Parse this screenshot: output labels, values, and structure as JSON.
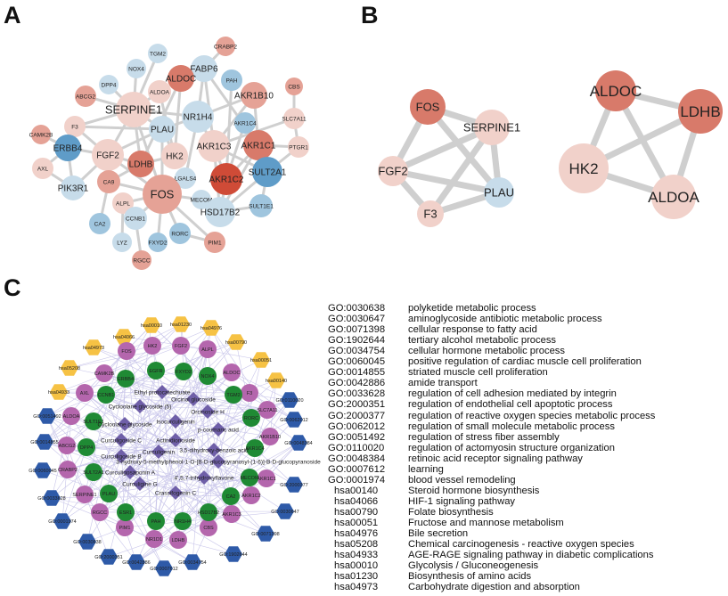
{
  "panel_labels": {
    "a": "A",
    "b": "B",
    "c": "C"
  },
  "colors": {
    "lb": "#c7dcea",
    "mb": "#9fc5de",
    "db": "#5f9cc8",
    "lp": "#f1d1ca",
    "mp": "#e5a296",
    "dp": "#d87a6a",
    "rp": "#cf4b37",
    "edge": "#cfcfcf",
    "hsa": "#f6c244",
    "go": "#2e5aa8",
    "gene_pink": "#b466ad",
    "gene_green": "#1f8a34",
    "compound": "#6f5fa8",
    "c_edge": "#c9c6ea"
  },
  "panel_a": {
    "nodes": [
      {
        "label": "TGM2",
        "shade": "lb"
      },
      {
        "label": "CRABP2",
        "shade": "mp"
      },
      {
        "label": "NOX4",
        "shade": "lb"
      },
      {
        "label": "FABP6",
        "shade": "lb"
      },
      {
        "label": "ALDOC",
        "shade": "dp"
      },
      {
        "label": "PAH",
        "shade": "mb"
      },
      {
        "label": "DPP4",
        "shade": "lb"
      },
      {
        "label": "ALDOA",
        "shade": "lp"
      },
      {
        "label": "AKR1B10",
        "shade": "mp"
      },
      {
        "label": "CBS",
        "shade": "mp"
      },
      {
        "label": "ABCG2",
        "shade": "mp"
      },
      {
        "label": "SERPINE1",
        "shade": "lp"
      },
      {
        "label": "NR1H4",
        "shade": "lb"
      },
      {
        "label": "SLC7A11",
        "shade": "lp"
      },
      {
        "label": "F3",
        "shade": "lp"
      },
      {
        "label": "AKR1C4",
        "shade": "mb"
      },
      {
        "label": "PLAU",
        "shade": "lb"
      },
      {
        "label": "CAMK2B",
        "shade": "mp"
      },
      {
        "label": "ERBB4",
        "shade": "db"
      },
      {
        "label": "FGF2",
        "shade": "lp"
      },
      {
        "label": "AKR1C3",
        "shade": "lp"
      },
      {
        "label": "AKR1C1",
        "shade": "dp"
      },
      {
        "label": "PTGR1",
        "shade": "lp"
      },
      {
        "label": "HK2",
        "shade": "lp"
      },
      {
        "label": "LDHB",
        "shade": "dp"
      },
      {
        "label": "AXL",
        "shade": "lp"
      },
      {
        "label": "SULT2A1",
        "shade": "db"
      },
      {
        "label": "AKR1C2",
        "shade": "rp"
      },
      {
        "label": "LGALS4",
        "shade": "lb"
      },
      {
        "label": "CA9",
        "shade": "mp"
      },
      {
        "label": "PIK3R1",
        "shade": "lb"
      },
      {
        "label": "FOS",
        "shade": "mp"
      },
      {
        "label": "MECOM",
        "shade": "lb"
      },
      {
        "label": "ALPL",
        "shade": "lp"
      },
      {
        "label": "HSD17B2",
        "shade": "lb"
      },
      {
        "label": "SULT1E1",
        "shade": "mb"
      },
      {
        "label": "CCNB1",
        "shade": "lb"
      },
      {
        "label": "CA2",
        "shade": "mb"
      },
      {
        "label": "RORC",
        "shade": "mb"
      },
      {
        "label": "PIM1",
        "shade": "mp"
      },
      {
        "label": "LYZ",
        "shade": "lb"
      },
      {
        "label": "FXYD2",
        "shade": "mb"
      },
      {
        "label": "RGCC",
        "shade": "mp"
      }
    ],
    "edges": [
      [
        "NOX4",
        "SERPINE1"
      ],
      [
        "TGM2",
        "SERPINE1"
      ],
      [
        "DPP4",
        "SERPINE1"
      ],
      [
        "ABCG2",
        "SERPINE1"
      ],
      [
        "ALDOA",
        "SERPINE1"
      ],
      [
        "SERPINE1",
        "NR1H4"
      ],
      [
        "SERPINE1",
        "F3"
      ],
      [
        "SERPINE1",
        "FGF2"
      ],
      [
        "SERPINE1",
        "PLAU"
      ],
      [
        "SERPINE1",
        "LDHB"
      ],
      [
        "SERPINE1",
        "FOS"
      ],
      [
        "F3",
        "PLAU"
      ],
      [
        "F3",
        "FGF2"
      ],
      [
        "F3",
        "ERBB4"
      ],
      [
        "CAMK2B",
        "ERBB4"
      ],
      [
        "ERBB4",
        "FGF2"
      ],
      [
        "ERBB4",
        "PIK3R1"
      ],
      [
        "AXL",
        "PIK3R1"
      ],
      [
        "AXL",
        "ERBB4"
      ],
      [
        "PIK3R1",
        "FGF2"
      ],
      [
        "FGF2",
        "CA9"
      ],
      [
        "FGF2",
        "FOS"
      ],
      [
        "FGF2",
        "LDHB"
      ],
      [
        "FGF2",
        "PLAU"
      ],
      [
        "CA9",
        "LDHB"
      ],
      [
        "CA9",
        "FOS"
      ],
      [
        "CA9",
        "CA2"
      ],
      [
        "ALPL",
        "FOS"
      ],
      [
        "LDHB",
        "HK2"
      ],
      [
        "LDHB",
        "ALDOC"
      ],
      [
        "HK2",
        "ALDOA"
      ],
      [
        "HK2",
        "ALDOC"
      ],
      [
        "PLAU",
        "FOS"
      ],
      [
        "FOS",
        "CCNB1"
      ],
      [
        "FOS",
        "FXYD2"
      ],
      [
        "FOS",
        "RORC"
      ],
      [
        "FOS",
        "PIM1"
      ],
      [
        "FOS",
        "MECOM"
      ],
      [
        "LGALS4",
        "NR1H4"
      ],
      [
        "NR1H4",
        "FABP6"
      ],
      [
        "NR1H4",
        "AKR1B10"
      ],
      [
        "NR1H4",
        "AKR1C3"
      ],
      [
        "CRABP2",
        "FABP6"
      ],
      [
        "FABP6",
        "AKR1C3"
      ],
      [
        "FABP6",
        "AKR1C1"
      ],
      [
        "PAH",
        "AKR1C2"
      ],
      [
        "AKR1B10",
        "AKR1C3"
      ],
      [
        "AKR1B10",
        "AKR1C1"
      ],
      [
        "CBS",
        "SLC7A11"
      ],
      [
        "SLC7A11",
        "PTGR1"
      ],
      [
        "SLC7A11",
        "AKR1C3"
      ],
      [
        "AKR1C4",
        "AKR1C2"
      ],
      [
        "AKR1C1",
        "PTGR1"
      ],
      [
        "AKR1C1",
        "AKR1C2"
      ],
      [
        "AKR1C3",
        "AKR1C2"
      ],
      [
        "AKR1C3",
        "SULT2A1"
      ],
      [
        "AKR1C2",
        "HSD17B2"
      ],
      [
        "SULT2A1",
        "HSD17B2"
      ],
      [
        "SULT2A1",
        "SULT1E1"
      ],
      [
        "SULT1E1",
        "HSD17B2"
      ],
      [
        "PTGR1",
        "SULT2A1"
      ],
      [
        "AKR1C3",
        "HSD17B2"
      ],
      [
        "AKR1C1",
        "HSD17B2"
      ],
      [
        "RORC",
        "PIM1"
      ],
      [
        "ALPL",
        "LYZ"
      ],
      [
        "CCNB1",
        "RGCC"
      ],
      [
        "PLAU",
        "HK2"
      ],
      [
        "NR1H4",
        "PLAU"
      ]
    ]
  },
  "panel_b": {
    "nodes": [
      {
        "label": "FOS",
        "shade": "dp"
      },
      {
        "label": "SERPINE1",
        "shade": "lp"
      },
      {
        "label": "FGF2",
        "shade": "lp"
      },
      {
        "label": "PLAU",
        "shade": "lb"
      },
      {
        "label": "F3",
        "shade": "lp"
      },
      {
        "label": "ALDOC",
        "shade": "dp"
      },
      {
        "label": "LDHB",
        "shade": "dp"
      },
      {
        "label": "HK2",
        "shade": "lp"
      },
      {
        "label": "ALDOA",
        "shade": "lp"
      }
    ],
    "edges": [
      [
        "FOS",
        "SERPINE1"
      ],
      [
        "FOS",
        "FGF2"
      ],
      [
        "FOS",
        "PLAU"
      ],
      [
        "FGF2",
        "SERPINE1"
      ],
      [
        "FGF2",
        "PLAU"
      ],
      [
        "FGF2",
        "F3"
      ],
      [
        "F3",
        "SERPINE1"
      ],
      [
        "F3",
        "PLAU"
      ],
      [
        "SERPINE1",
        "PLAU"
      ],
      [
        "ALDOC",
        "LDHB"
      ],
      [
        "ALDOC",
        "HK2"
      ],
      [
        "ALDOC",
        "ALDOA"
      ],
      [
        "LDHB",
        "HK2"
      ],
      [
        "LDHB",
        "ALDOA"
      ],
      [
        "HK2",
        "ALDOA"
      ]
    ]
  },
  "panel_c": {
    "hsa_nodes": [
      "hsa00010",
      "hsa01230",
      "hsa04976",
      "hsa04066",
      "hsa00790",
      "hsa04973",
      "hsa00051",
      "hsa05208",
      "hsa00140",
      "hsa04933"
    ],
    "go_nodes": [
      "GO:0110020",
      "GO:0051492",
      "GO:0062012",
      "GO:0014855",
      "GO:0048384",
      "GO:0060045",
      "GO:2000377",
      "GO:0033628",
      "GO:0030647",
      "GO:0001974",
      "GO:0071398",
      "GO:0030638",
      "GO:1902644",
      "GO:2000351",
      "GO:0042886",
      "GO:0007612",
      "GO:0034754"
    ],
    "pink_genes": [
      "FOS",
      "HK2",
      "FGF2",
      "ALPL",
      "CAMK2B",
      "ALDOC",
      "AXL",
      "F3",
      "ALDOA",
      "SLC7A11",
      "ABCG2",
      "AKR1B10",
      "CRABP2",
      "AKR1C1",
      "SERPINE1",
      "AKR1C2",
      "RGCC",
      "AKR1C3",
      "PIM1",
      "NR1D1",
      "LDHB",
      "CBS"
    ],
    "green_genes": [
      "ERBB4",
      "EGFR",
      "FXYD2",
      "NOX4",
      "CCNB1",
      "TGM2",
      "SULT1E1",
      "RORC",
      "DPP4",
      "AKR1C4",
      "SULT2A1",
      "MECOM",
      "PLAU",
      "CA2",
      "ESR1",
      "HSD17B2",
      "PAH",
      "NR1H4"
    ],
    "compounds": [
      "Ethyl protocatechuate",
      "Orcinol glucoside",
      "Cycloolane glycoside (5)",
      "Orcinoside H",
      "Isocurculigenin",
      "Cycloolane glycoside",
      "p-coumaric acid",
      "Curculigoside C",
      "Actinidionoside",
      "3,5-dihydroxy-benzoic acid",
      "Curculigenin",
      "Curculigoside B",
      "3-hydroxy-5-methylphenol-1-O-[B-D-glucopyranosyl-(1-6)]-B-D-glucopyranoside",
      "Curculigosaponin A",
      "Curculigine G",
      "4',5,7-trihydroxyflavone",
      "Crassifogenin C"
    ]
  },
  "terms": [
    {
      "id": "GO:0030638",
      "desc": "polyketide metabolic process"
    },
    {
      "id": "GO:0030647",
      "desc": "aminoglycoside antibiotic metabolic process"
    },
    {
      "id": "GO:0071398",
      "desc": "cellular response to fatty acid"
    },
    {
      "id": "GO:1902644",
      "desc": "tertiary alcohol metabolic process"
    },
    {
      "id": "GO:0034754",
      "desc": "cellular hormone metabolic process"
    },
    {
      "id": "GO:0060045",
      "desc": "positive regulation of cardiac muscle cell proliferation"
    },
    {
      "id": "GO:0014855",
      "desc": "striated muscle cell proliferation"
    },
    {
      "id": "GO:0042886",
      "desc": "amide transport"
    },
    {
      "id": "GO:0033628",
      "desc": "regulation of cell adhesion mediated by integrin"
    },
    {
      "id": "GO:2000351",
      "desc": "regulation of endothelial cell apoptotic process"
    },
    {
      "id": "GO:2000377",
      "desc": "regulation of reactive oxygen species metabolic process"
    },
    {
      "id": "GO:0062012",
      "desc": "regulation of small molecule metabolic process"
    },
    {
      "id": "GO:0051492",
      "desc": "regulation of stress fiber assembly"
    },
    {
      "id": "GO:0110020",
      "desc": "regulation of actomyosin structure organization"
    },
    {
      "id": "GO:0048384",
      "desc": "retinoic acid receptor signaling pathway"
    },
    {
      "id": "GO:0007612",
      "desc": "learning"
    },
    {
      "id": "GO:0001974",
      "desc": "blood vessel remodeling"
    },
    {
      "id": "hsa00140",
      "desc": "Steroid hormone biosynthesis"
    },
    {
      "id": "hsa04066",
      "desc": "HIF-1 signaling pathway"
    },
    {
      "id": "hsa00790",
      "desc": "Folate biosynthesis"
    },
    {
      "id": "hsa00051",
      "desc": "Fructose and mannose metabolism"
    },
    {
      "id": "hsa04976",
      "desc": "Bile secretion"
    },
    {
      "id": "hsa05208",
      "desc": "Chemical carcinogenesis - reactive oxygen species"
    },
    {
      "id": "hsa04933",
      "desc": "AGE-RAGE signaling pathway in diabetic complications"
    },
    {
      "id": "hsa00010",
      "desc": "Glycolysis / Gluconeogenesis"
    },
    {
      "id": "hsa01230",
      "desc": "Biosynthesis of amino acids"
    },
    {
      "id": "hsa04973",
      "desc": "Carbohydrate digestion and absorption"
    }
  ]
}
